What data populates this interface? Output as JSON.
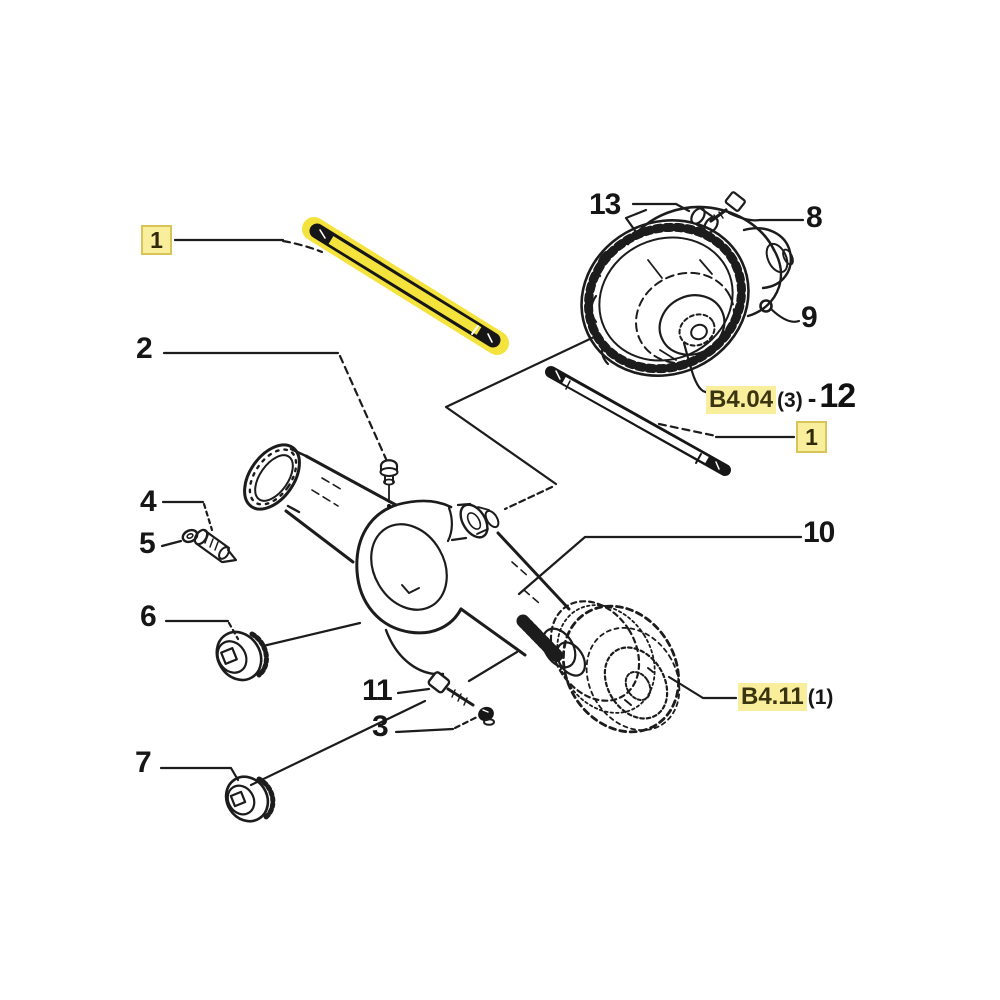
{
  "diagram": {
    "type": "exploded-parts-diagram",
    "subject": "rear axle assembly",
    "colors": {
      "background": "#ffffff",
      "line": "#1c1c1c",
      "highlight": "#f8ee9c",
      "highlight_border": "#d9c45a",
      "highlight_shaft": "#f4e33c"
    },
    "callouts": {
      "axle_shaft_left": "1",
      "axle_shaft_right": "1",
      "breather": "2",
      "nut": "3",
      "bleed_screw": "4",
      "washer": "5",
      "filler_plug": "6",
      "drain_plug": "7",
      "bolt_upper": "8",
      "seal_ring": "9",
      "axle_housing": "10",
      "bolt_lower": "11",
      "differential": "12",
      "damper": "13"
    },
    "references": {
      "differential_section": {
        "code": "B4.04",
        "qty": "(3)",
        "separator": "-"
      },
      "brake_section": {
        "code": "B4.11",
        "qty": "(1)"
      }
    }
  }
}
